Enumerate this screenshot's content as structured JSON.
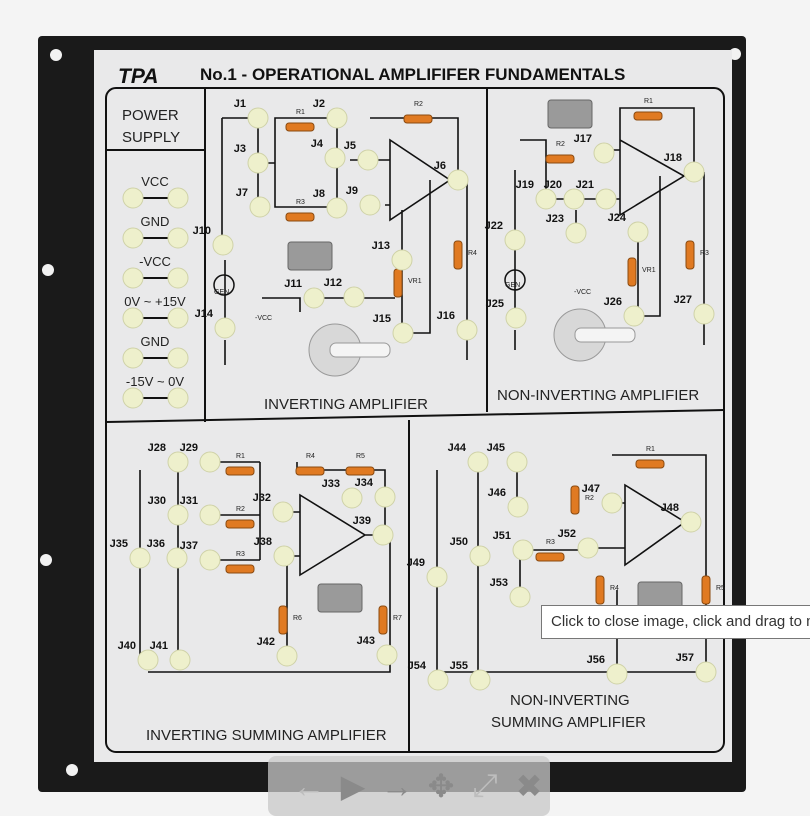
{
  "board": {
    "brand": "TPA",
    "title": "No.1 - OPERATIONAL AMPLIFIFER FUNDAMENTALS",
    "power_supply": {
      "heading_line1": "POWER",
      "heading_line2": "SUPPLY",
      "rails": [
        "VCC",
        "GND",
        "-VCC",
        "0V ~ +15V",
        "GND",
        "-15V ~ 0V"
      ]
    },
    "sections": {
      "inverting": "INVERTING AMPLIFIER",
      "non_inverting": "NON-INVERTING AMPLIFIER",
      "inverting_summing": "INVERTING SUMMING AMPLIFIER",
      "non_inverting_summing_line1": "NON-INVERTING",
      "non_inverting_summing_line2": "SUMMING AMPLIFIER"
    },
    "jacks": [
      "J1",
      "J2",
      "J3",
      "J4",
      "J5",
      "J6",
      "J7",
      "J8",
      "J9",
      "J10",
      "J11",
      "J12",
      "J13",
      "J14",
      "J15",
      "J16",
      "J17",
      "J18",
      "J19",
      "J20",
      "J21",
      "J22",
      "J23",
      "J24",
      "J25",
      "J26",
      "J27",
      "J28",
      "J29",
      "J30",
      "J31",
      "J32",
      "J33",
      "J34",
      "J35",
      "J36",
      "J37",
      "J38",
      "J39",
      "J40",
      "J41",
      "J42",
      "J43",
      "J44",
      "J45",
      "J46",
      "J47",
      "J48",
      "J49",
      "J50",
      "J51",
      "J52",
      "J53",
      "J54",
      "J55",
      "J56",
      "J57"
    ],
    "components": [
      "R1",
      "R2",
      "R3",
      "R4",
      "VR1",
      "R1",
      "R2",
      "R3",
      "VR1",
      "R1",
      "R2",
      "R3",
      "R4",
      "R5",
      "R6",
      "R7",
      "R1",
      "R2",
      "R3",
      "R4",
      "R5"
    ],
    "gen_label": "GEN",
    "neg_vcc_label": "-VCC"
  },
  "tooltip": "Click to close image, click and drag to move",
  "toolbar": {
    "prev_icon": "arrow-left-icon",
    "play_icon": "play-icon",
    "next_icon": "arrow-right-icon",
    "move_icon": "move-icon",
    "fullsize_icon": "expand-icon",
    "close_icon": "close-icon"
  },
  "colors": {
    "frame": "#1a1a1a",
    "panel": "#e9e9ea",
    "jack": "#eef0cc",
    "resistor": "#e07a22"
  }
}
